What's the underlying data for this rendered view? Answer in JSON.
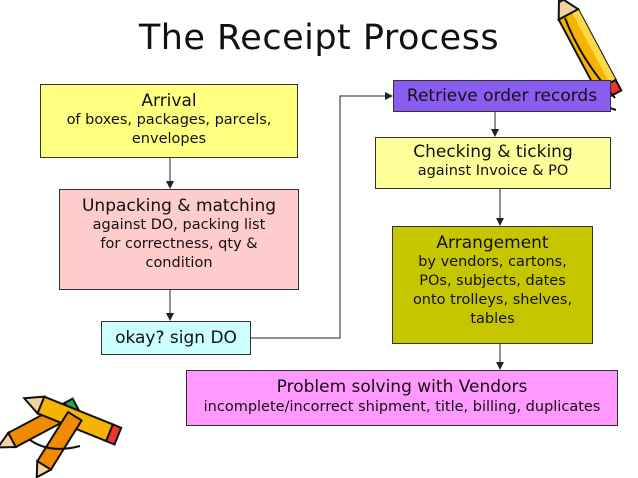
{
  "title": "The Receipt Process",
  "boxes": {
    "arrival": {
      "heading": "Arrival",
      "lines": [
        "of boxes, packages, parcels,",
        "envelopes"
      ],
      "color": "#ffff80"
    },
    "unpacking": {
      "heading": "Unpacking & matching",
      "lines": [
        "against DO, packing list",
        "for correctness, qty &",
        "condition"
      ],
      "color": "#ffcccc"
    },
    "okay": {
      "heading": "okay? sign DO",
      "color": "#ccffff"
    },
    "retrieve": {
      "heading": "Retrieve order records",
      "color": "#8a5cf0"
    },
    "checking": {
      "heading": "Checking & ticking",
      "lines": [
        "against Invoice & PO"
      ],
      "color": "#ffff99"
    },
    "arrangement": {
      "heading": "Arrangement",
      "lines": [
        "by vendors, cartons,",
        "POs, subjects, dates",
        "onto trolleys, shelves,",
        "tables"
      ],
      "color": "#c6c600"
    },
    "problem": {
      "heading": "Problem solving with Vendors",
      "lines": [
        "incomplete/incorrect shipment, title, billing, duplicates"
      ],
      "color": "#ff99ff"
    }
  },
  "icons": [
    "pencil-icon",
    "pencils-bundle-icon"
  ]
}
